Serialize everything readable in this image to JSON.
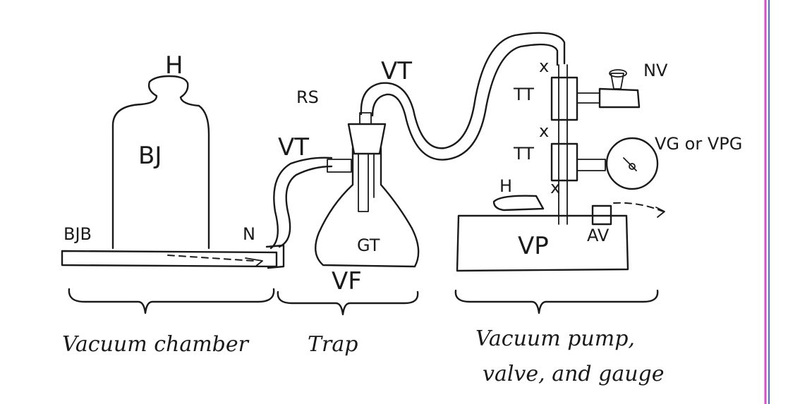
{
  "labels": {
    "handle": "H",
    "bell_jar": "BJ",
    "bell_jar_base": "BJB",
    "nozzle": "N",
    "vacuum_tube_left": "VT",
    "rubber_stopper": "RS",
    "vacuum_tube_top": "VT",
    "glass_tube": "GT",
    "vacuum_flask": "VF",
    "tee_top": "TT",
    "needle_valve": "NV",
    "tee_bottom": "TT",
    "gauge": "VG or VPG",
    "pump_handle": "H",
    "vacuum_pump": "VP",
    "air_valve": "AV",
    "clamp_1": "x",
    "clamp_2": "x",
    "clamp_3": "x"
  },
  "captions": {
    "chamber": "Vacuum chamber",
    "trap": "Trap",
    "pump_line1": "Vacuum pump,",
    "pump_line2": "valve, and gauge"
  },
  "colors": {
    "ink": "#1a1a1a",
    "page_edge_pink": "#d64ec8",
    "page_edge_blue": "#4a6fd6"
  }
}
